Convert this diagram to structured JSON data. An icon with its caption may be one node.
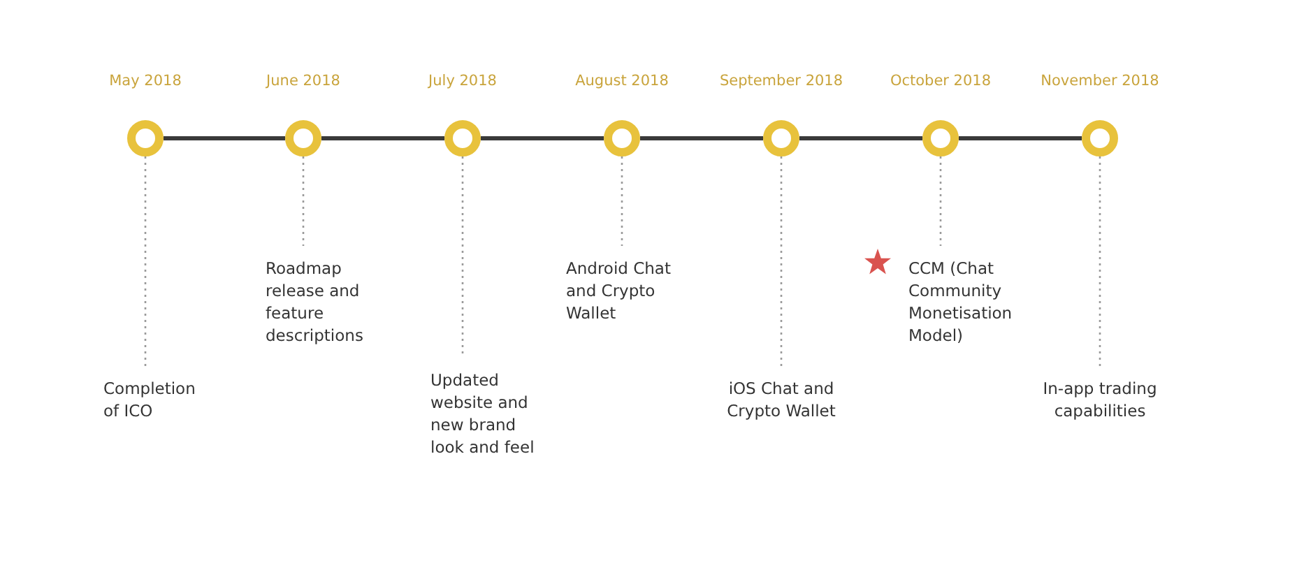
{
  "diagram": {
    "nodes": [
      {
        "text": [],
        "shape": "circle",
        "beside": [
          "May 2018"
        ]
      },
      {
        "text": [],
        "shape": "circle",
        "beside": [
          "June 2018"
        ]
      },
      {
        "text": [],
        "shape": "circle",
        "beside": [
          "July 2018"
        ]
      },
      {
        "text": [],
        "shape": "circle",
        "beside": [
          "August 2018"
        ]
      },
      {
        "text": [],
        "shape": "circle",
        "beside": [
          "September 2018"
        ]
      },
      {
        "text": [],
        "shape": "circle",
        "beside": [
          "October 2018"
        ]
      },
      {
        "text": [],
        "shape": "circle",
        "beside": [
          "November 2018"
        ]
      },
      {
        "text": [
          "Completion of ICO"
        ]
      },
      {
        "text": [
          "Roadmap release and feature descriptions"
        ]
      },
      {
        "text": [
          "Updated website and new brand look and feel"
        ]
      },
      {
        "text": [
          "Android Chat and Crypto Wallet"
        ]
      },
      {
        "text": [
          "iOS Chat and Crypto Wallet"
        ]
      },
      {
        "text": [
          "CCM (Chat Community Monetisation Model)"
        ]
      },
      {
        "text": [
          "In-app trading capabilities"
        ]
      }
    ],
    "edges": [
      {
        "from": 0,
        "to": 1,
        "arrow": "none",
        "style": "thick",
        "color": "#3a3a3a"
      },
      {
        "from": 1,
        "to": 2,
        "arrow": "none",
        "style": "thick",
        "color": "#3a3a3a"
      },
      {
        "from": 2,
        "to": 3,
        "arrow": "none",
        "style": "thick",
        "color": "#3a3a3a"
      },
      {
        "from": 3,
        "to": 4,
        "arrow": "none",
        "style": "thick",
        "color": "#3a3a3a"
      },
      {
        "from": 4,
        "to": 5,
        "arrow": "none",
        "style": "thick",
        "color": "#3a3a3a"
      },
      {
        "from": 5,
        "to": 6,
        "arrow": "none",
        "style": "thick",
        "color": "#3a3a3a"
      },
      {
        "from": 0,
        "to": 7,
        "arrow": "none",
        "style": "dashed",
        "color": "#9a9a9a"
      },
      {
        "from": 1,
        "to": 8,
        "arrow": "none",
        "style": "dashed",
        "color": "#9a9a9a"
      },
      {
        "from": 2,
        "to": 9,
        "arrow": "none",
        "style": "dashed",
        "color": "#9a9a9a"
      },
      {
        "from": 3,
        "to": 10,
        "arrow": "none",
        "style": "dashed",
        "color": "#9a9a9a"
      },
      {
        "from": 4,
        "to": 11,
        "arrow": "none",
        "style": "dashed",
        "color": "#9a9a9a"
      },
      {
        "from": 5,
        "to": 12,
        "arrow": "none",
        "style": "dashed",
        "color": "#9a9a9a"
      },
      {
        "from": 6,
        "to": 13,
        "arrow": "none",
        "style": "dashed",
        "color": "#9a9a9a"
      }
    ]
  }
}
